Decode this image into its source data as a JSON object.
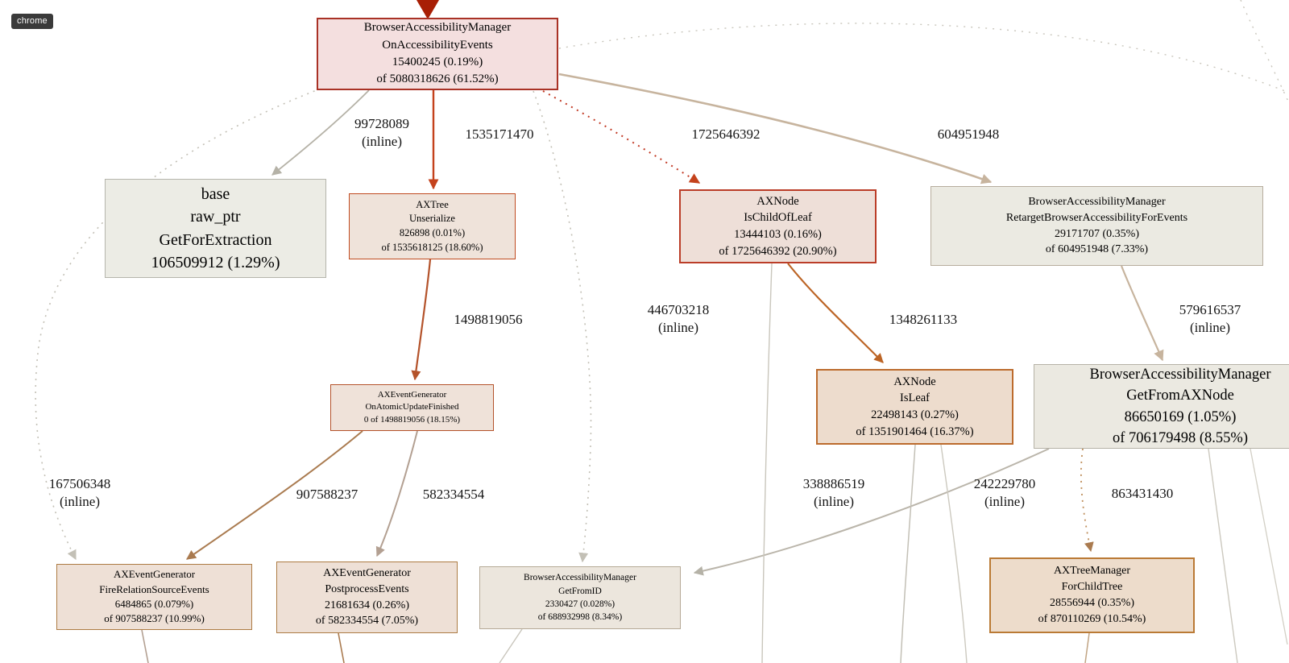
{
  "badge": {
    "label": "chrome"
  },
  "colors": {
    "root_fill": "#f4dfdf",
    "root_border": "#a93226",
    "hot_edge_red": "#c4421c",
    "dotted_red": "#c23a25",
    "rust_edge": "#b4532b",
    "orange_edge": "#bc6425",
    "brown_edge": "#aa7b50",
    "tan_edge": "#c7b49e",
    "gray_edge": "#b5b2a7",
    "light_gray_edge": "#c3c0b6",
    "beige_node_fill": "#eee0d6",
    "gray_node_fill": "#ecece5"
  },
  "nodes": {
    "root": {
      "lines": [
        "BrowserAccessibilityManager",
        "OnAccessibilityEvents",
        "15400245 (0.19%)",
        "of 5080318626 (61.52%)"
      ]
    },
    "get_for_extraction": {
      "lines": [
        "base",
        "raw_ptr",
        "GetForExtraction",
        "106509912 (1.29%)"
      ]
    },
    "unserialize": {
      "lines": [
        "AXTree",
        "Unserialize",
        "826898 (0.01%)",
        "of 1535618125 (18.60%)"
      ]
    },
    "is_child_of_leaf": {
      "lines": [
        "AXNode",
        "IsChildOfLeaf",
        "13444103 (0.16%)",
        "of 1725646392 (20.90%)"
      ]
    },
    "retarget": {
      "lines": [
        "BrowserAccessibilityManager",
        "RetargetBrowserAccessibilityForEvents",
        "29171707 (0.35%)",
        "of 604951948 (7.33%)"
      ]
    },
    "on_atomic_update_finished": {
      "lines": [
        "AXEventGenerator",
        "OnAtomicUpdateFinished",
        "0 of 1498819056 (18.15%)"
      ]
    },
    "is_leaf": {
      "lines": [
        "AXNode",
        "IsLeaf",
        "22498143 (0.27%)",
        "of 1351901464 (16.37%)"
      ]
    },
    "get_from_ax_node": {
      "lines": [
        "BrowserAccessibilityManager",
        "GetFromAXNode",
        "86650169 (1.05%)",
        "of 706179498 (8.55%)"
      ]
    },
    "fire_relation_source_events": {
      "lines": [
        "AXEventGenerator",
        "FireRelationSourceEvents",
        "6484865 (0.079%)",
        "of 907588237 (10.99%)"
      ]
    },
    "postprocess_events": {
      "lines": [
        "AXEventGenerator",
        "PostprocessEvents",
        "21681634 (0.26%)",
        "of 582334554 (7.05%)"
      ]
    },
    "get_from_id": {
      "lines": [
        "BrowserAccessibilityManager",
        "GetFromID",
        "2330427 (0.028%)",
        "of 688932998 (8.34%)"
      ]
    },
    "for_child_tree": {
      "lines": [
        "AXTreeManager",
        "ForChildTree",
        "28556944 (0.35%)",
        "of 870110269 (10.54%)"
      ]
    }
  },
  "edge_labels": {
    "to_get_for_extraction": [
      "99728089",
      "(inline)"
    ],
    "to_unserialize": [
      "1535171470"
    ],
    "to_is_child_of_leaf": [
      "1725646392"
    ],
    "to_retarget": [
      "604951948"
    ],
    "to_on_atomic_update_finished": [
      "1498819056"
    ],
    "to_get_from_id_inline": [
      "446703218",
      "(inline)"
    ],
    "to_is_leaf": [
      "1348261133"
    ],
    "to_get_from_ax_node_inline": [
      "579616537",
      "(inline)"
    ],
    "to_fire_relation_inline": [
      "167506348",
      "(inline)"
    ],
    "to_fire_relation": [
      "907588237"
    ],
    "to_postprocess": [
      "582334554"
    ],
    "from_is_leaf_inline_a": [
      "338886519",
      "(inline)"
    ],
    "from_is_leaf_inline_b": [
      "242229780",
      "(inline)"
    ],
    "to_for_child_tree": [
      "863431430"
    ]
  }
}
